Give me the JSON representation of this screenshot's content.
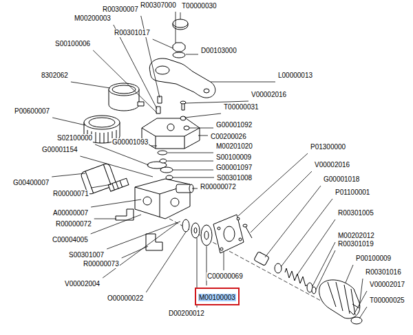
{
  "diagram": {
    "nodes": [
      {
        "text": [
          "M00100003"
        ]
      }
    ],
    "labels": [
      "R00300007",
      "R00307000",
      "T00000030",
      "M00200003",
      "R00301017",
      "D00103000",
      "S00100006",
      "8302062",
      "L00000013",
      "V00002016",
      "T00000031",
      "P00600007",
      "G00001092",
      "C00200026",
      "S02100000",
      "G00001093",
      "G00001154",
      "M00201020",
      "S00100009",
      "G00001097",
      "S00301008",
      "G00400007",
      "R00000072",
      "R00000071",
      "A00000007",
      "R00000072",
      "C00004005",
      "S00301007",
      "R00000073",
      "V00002004",
      "O00000022",
      "D00200012",
      "C00000069",
      "P01300000",
      "V00002016",
      "G00001018",
      "P01100001",
      "R00301005",
      "M00202012",
      "R00301019",
      "P00100009",
      "R00301016",
      "V00002017",
      "T00000025"
    ]
  }
}
